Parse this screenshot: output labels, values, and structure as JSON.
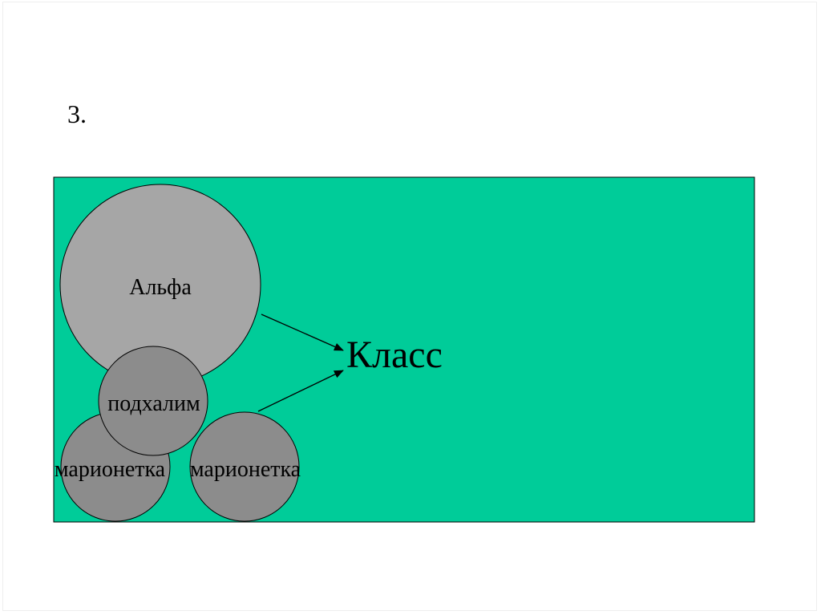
{
  "slide": {
    "number_text": "3."
  },
  "diagram": {
    "panel_color": "#00CC99",
    "nodes": {
      "alpha": "Альфа",
      "sycophant": "подхалим",
      "puppet_left": "марионетка",
      "puppet_right": "марионетка",
      "class": "Класс"
    },
    "colors": {
      "alpha_fill": "#A6A6A6",
      "small_circle_fill": "#8C8C8C",
      "outline": "#000000"
    },
    "edges": [
      {
        "from": "alpha",
        "to": "class"
      },
      {
        "from": "puppet_right",
        "to": "class"
      }
    ]
  }
}
